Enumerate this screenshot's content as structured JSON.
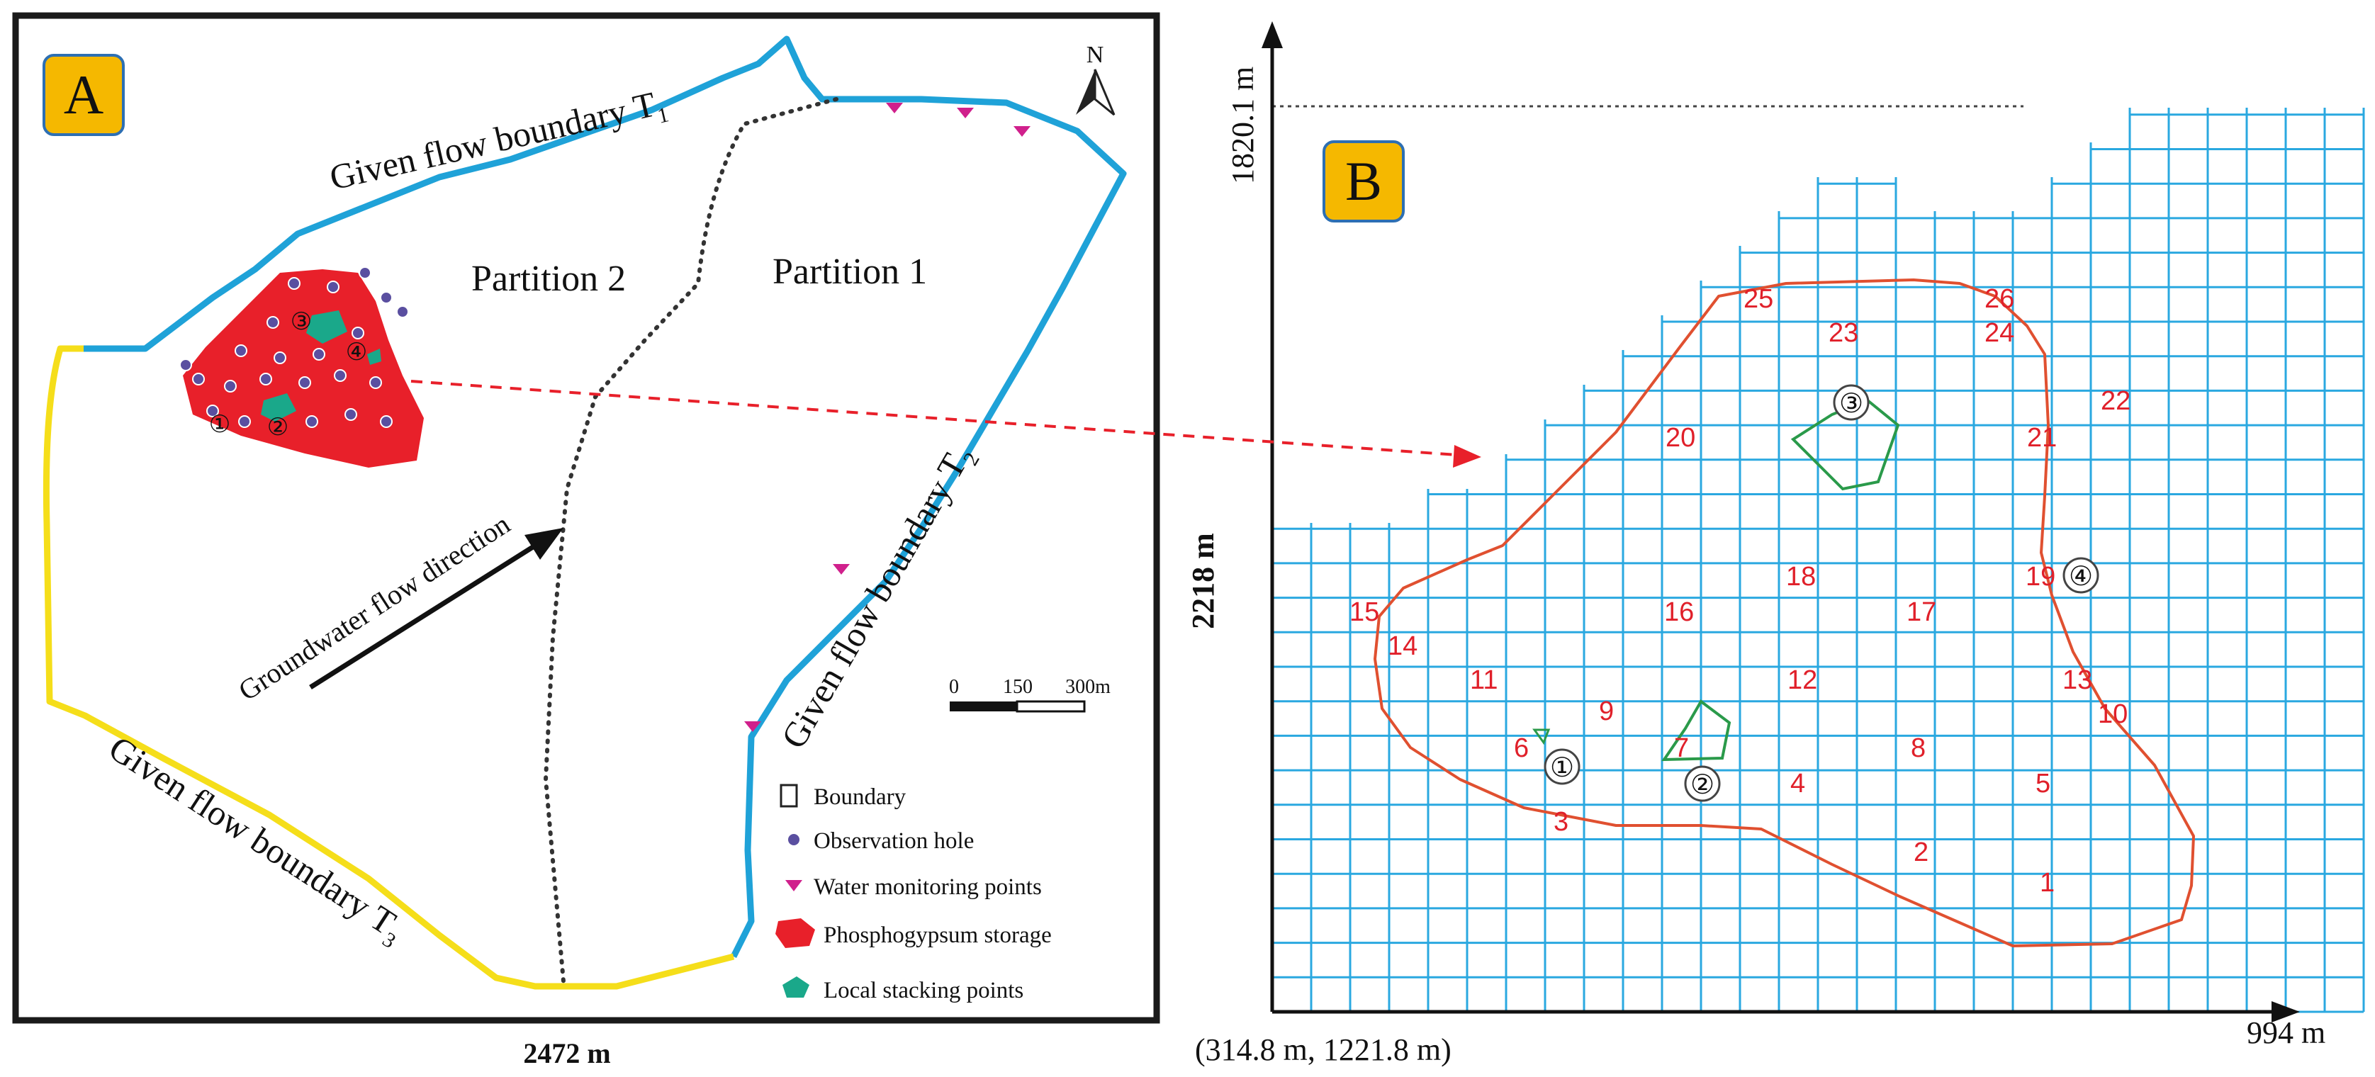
{
  "panel_a": {
    "badge": "A",
    "boundary_t1": {
      "text": "Given flow boundary T",
      "sub": "1"
    },
    "boundary_t2": {
      "text": "Given flow boundary T",
      "sub": "2"
    },
    "boundary_t3": {
      "text": "Given flow boundary T",
      "sub": "3"
    },
    "partition_1": "Partition 1",
    "partition_2": "Partition 2",
    "flow_direction": "Groundwater flow direction",
    "north": "N",
    "scale": {
      "t0": "0",
      "t1": "150",
      "t2": "300m"
    },
    "width_label": "2472 m",
    "circled": [
      "①",
      "②",
      "③",
      "④"
    ],
    "legend": [
      "Boundary",
      "Observation hole",
      "Water monitoring points",
      "Phosphogypsum storage",
      "Local stacking points"
    ],
    "colors": {
      "boundary_t1_t2": "#1fa2d8",
      "boundary_t3": "#f5de1a",
      "storage": "#e8202a",
      "stacking": "#1aa88a",
      "monitoring": "#d0208c",
      "observation": "#5a4fa0",
      "badge": "#f5b800"
    }
  },
  "panel_b": {
    "badge": "B",
    "top_label": "1820.1 m",
    "side_label": "2218 m",
    "origin_label": "(314.8 m, 1221.8 m)",
    "right_label": "994 m",
    "circled": [
      "①",
      "②",
      "③",
      "④"
    ],
    "zone_numbers": [
      "1",
      "2",
      "3",
      "4",
      "5",
      "6",
      "7",
      "8",
      "9",
      "10",
      "11",
      "12",
      "13",
      "14",
      "15",
      "16",
      "17",
      "18",
      "19",
      "20",
      "21",
      "22",
      "23",
      "24",
      "25",
      "26"
    ],
    "colors": {
      "grid": "#2aa8e0",
      "outline": "#e05030",
      "numbers": "#e0202a",
      "stacking": "#2a9a4a"
    }
  }
}
